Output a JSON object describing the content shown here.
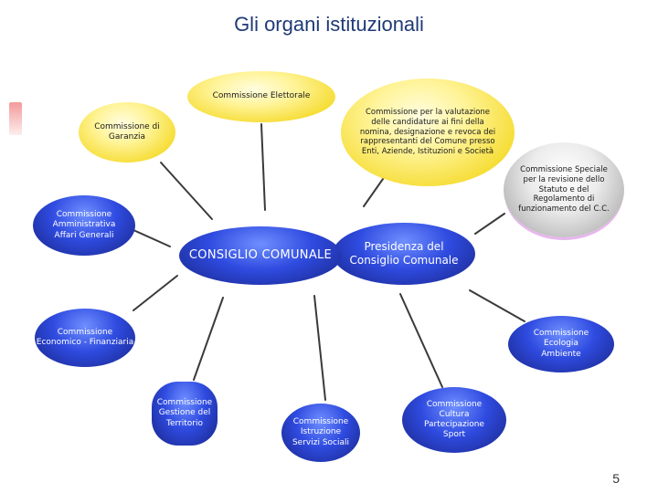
{
  "title": "Gli organi istituzionali",
  "page_number": "5",
  "colors": {
    "title": "#1f3a78",
    "yellow_node": "#f6dd36",
    "blue_node": "#2f4be0",
    "grey_node": "#b8b8b8"
  },
  "center": {
    "main": "CONSIGLIO COMUNALE",
    "presidency": [
      "Presidenza del",
      "Consiglio Comunale"
    ]
  },
  "nodes": {
    "elettorale": [
      "Commissione Elettorale"
    ],
    "garanzia": [
      "Commissione di",
      "Garanzia"
    ],
    "valutazione": [
      "Commissione per la valutazione",
      "delle candidature ai fini della",
      "nomina, designazione e revoca dei",
      "rappresentanti del Comune presso",
      "Enti, Aziende, Istituzioni e Società"
    ],
    "speciale": [
      "Commissione Speciale",
      "per la revisione dello",
      "Statuto e del",
      "Regolamento di",
      "funzionamento del C.C."
    ],
    "amministrativa": [
      "Commissione",
      "Amministrativa",
      "Affari Generali"
    ],
    "economico": [
      "Commissione",
      "Economico - Finanziaria"
    ],
    "gestione": [
      "Commissione",
      "Gestione del",
      "Territorio"
    ],
    "istruzione": [
      "Commissione",
      "Istruzione",
      "Servizi Sociali"
    ],
    "cultura": [
      "Commissione",
      "Cultura",
      "Partecipazione",
      "Sport"
    ],
    "ecologia": [
      "Commissione",
      "Ecologia",
      "Ambiente"
    ]
  }
}
